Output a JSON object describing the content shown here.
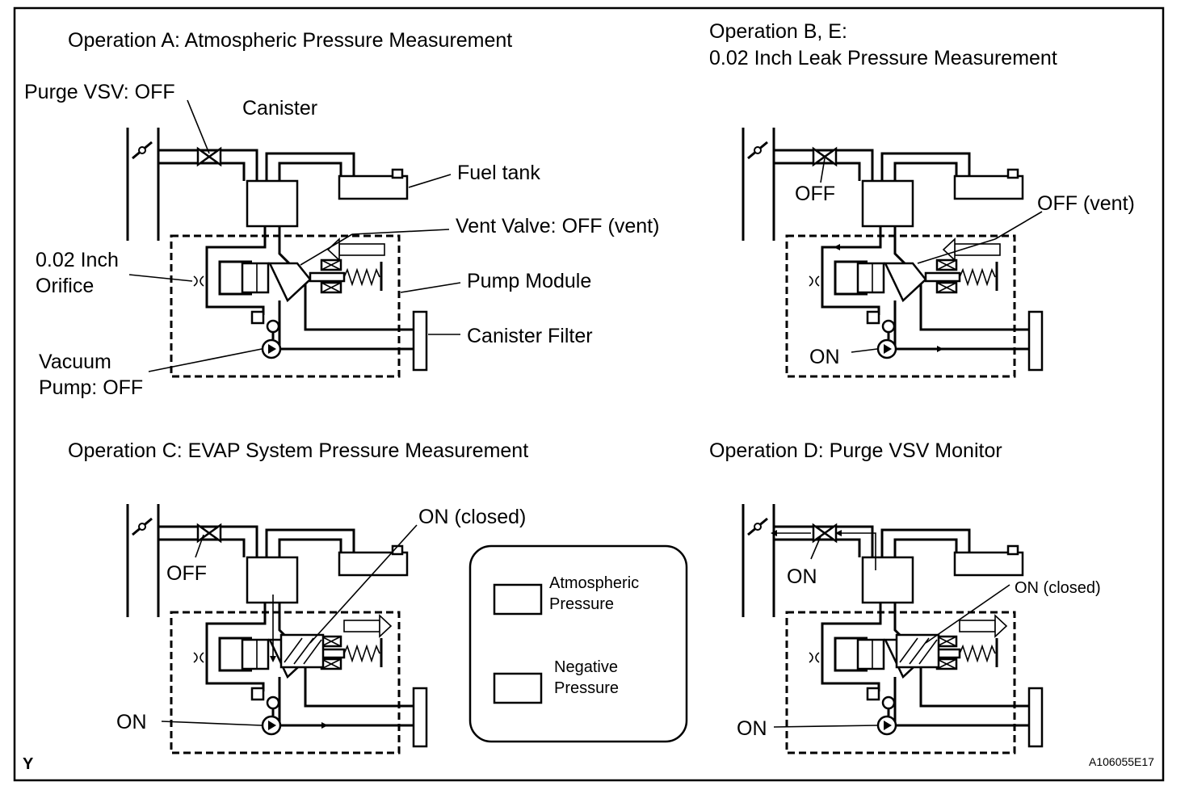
{
  "panels": {
    "a": {
      "title": "Operation A: Atmospheric Pressure Measurement",
      "purge_vsv_label": "Purge VSV: OFF",
      "canister_label": "Canister",
      "fuel_tank_label": "Fuel tank",
      "vent_valve_label": "Vent Valve: OFF (vent)",
      "orifice_label_line1": "0.02 Inch",
      "orifice_label_line2": "Orifice",
      "pump_module_label": "Pump Module",
      "canister_filter_label": "Canister Filter",
      "vacuum_pump_label_line1": "Vacuum",
      "vacuum_pump_label_line2": "Pump: OFF"
    },
    "b": {
      "title_line1": "Operation B, E:",
      "title_line2": "0.02 Inch Leak Pressure Measurement",
      "purge_label": "OFF",
      "vent_label": "OFF (vent)",
      "pump_label": "ON"
    },
    "c": {
      "title": "Operation C: EVAP System Pressure Measurement",
      "purge_label": "OFF",
      "vent_label": "ON (closed)",
      "pump_label": "ON"
    },
    "d": {
      "title": "Operation D: Purge VSV Monitor",
      "purge_label": "ON",
      "vent_label": "ON (closed)",
      "pump_label": "ON"
    }
  },
  "legend": {
    "atmospheric_line1": "Atmospheric",
    "atmospheric_line2": "Pressure",
    "negative_line1": "Negative",
    "negative_line2": "Pressure"
  },
  "footer": {
    "left_mark": "Y",
    "figure_id": "A106055E17"
  }
}
